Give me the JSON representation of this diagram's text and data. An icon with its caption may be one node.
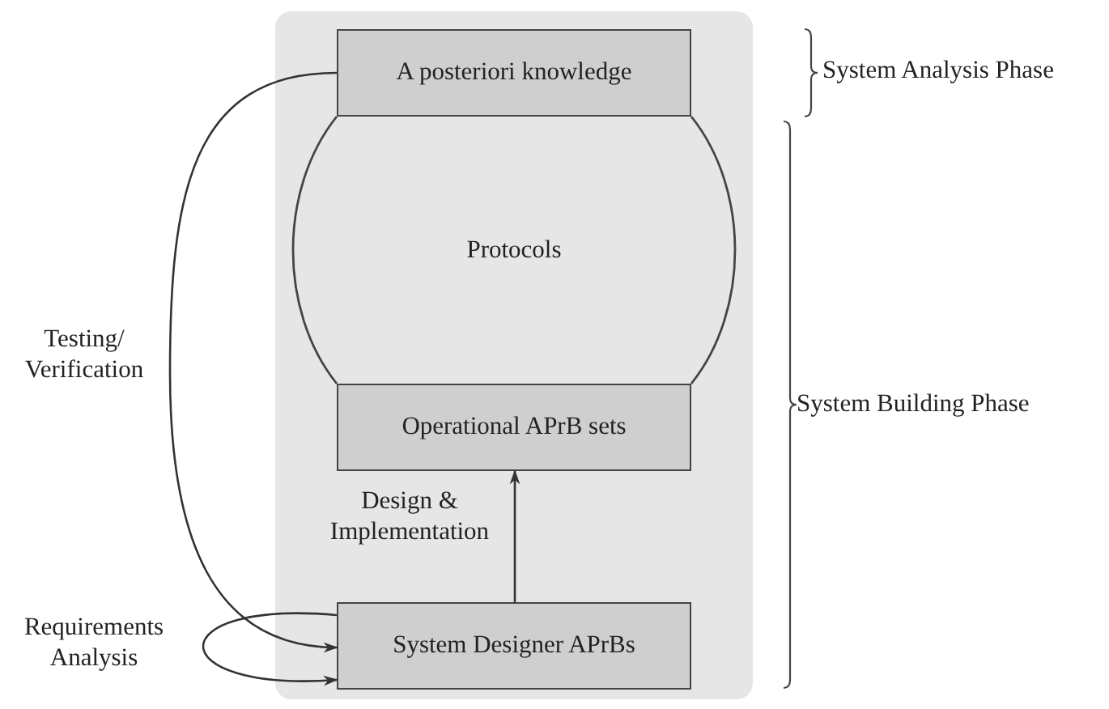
{
  "diagram": {
    "nodes": [
      {
        "text": [],
        "shape": "box"
      },
      {
        "text": [
          "A posteriori knowledge"
        ],
        "in": 0
      },
      {
        "text": [
          "Protocols"
        ],
        "in": 0
      },
      {
        "text": [
          "Operational APrB sets"
        ],
        "in": 0
      },
      {
        "text": [
          "System Designer APrBs"
        ],
        "in": 0
      }
    ],
    "edges": [
      {
        "from": 1,
        "to": 4,
        "arrow": "to",
        "label": "Testing/ Verification"
      },
      {
        "from": 4,
        "to": 3,
        "arrow": "to",
        "label": "Design & Implementation"
      },
      {
        "from": 4,
        "to": 4,
        "arrow": "to",
        "label": "Requirements Analysis"
      }
    ],
    "labels": [
      "System Analysis Phase",
      "System Building Phase"
    ]
  }
}
